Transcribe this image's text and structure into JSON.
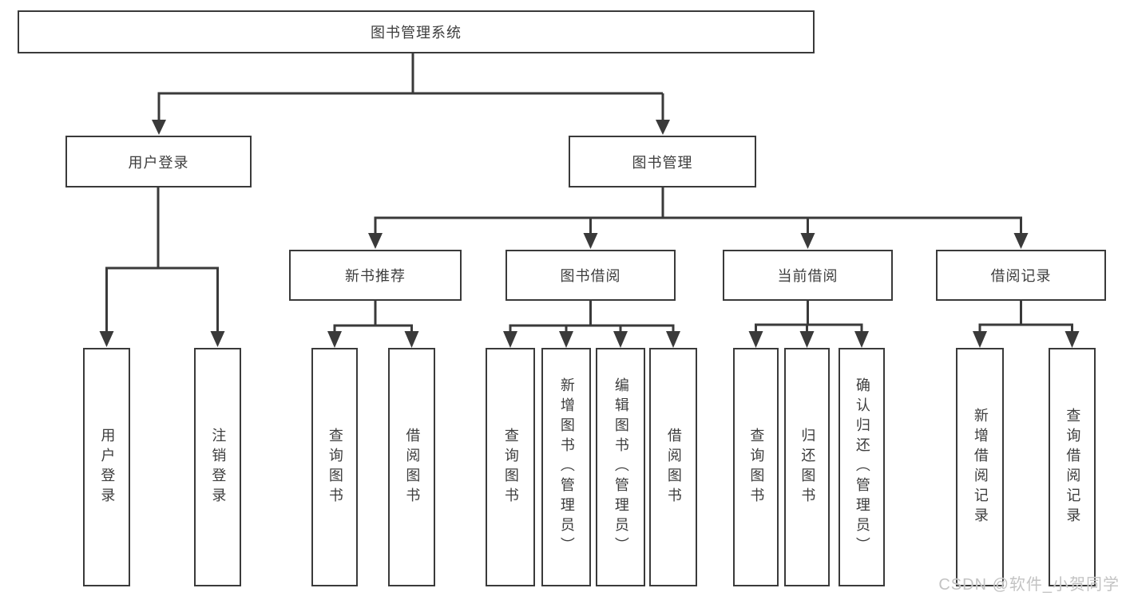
{
  "title_node": "图书管理系统",
  "level2": {
    "user_login": "用户登录",
    "book_mgmt": "图书管理"
  },
  "level3": {
    "new_books": "新书推荐",
    "borrowing": "图书借阅",
    "current": "当前借阅",
    "records": "借阅记录"
  },
  "leaves": {
    "user": [
      "用户登录",
      "注销登录"
    ],
    "new_books": [
      "查询图书",
      "借阅图书"
    ],
    "borrowing": [
      "查询图书",
      "新增图书（管理员）",
      "编辑图书（管理员）",
      "借阅图书"
    ],
    "current": [
      "查询图书",
      "归还图书",
      "确认归还（管理员）"
    ],
    "records": [
      "新增借阅记录",
      "查询借阅记录"
    ]
  },
  "watermark": "CSDN @软件_小贺同学",
  "colors": {
    "line": "#3a3a3a",
    "text": "#3d3d3d",
    "watermark": "#c3c3c3"
  }
}
